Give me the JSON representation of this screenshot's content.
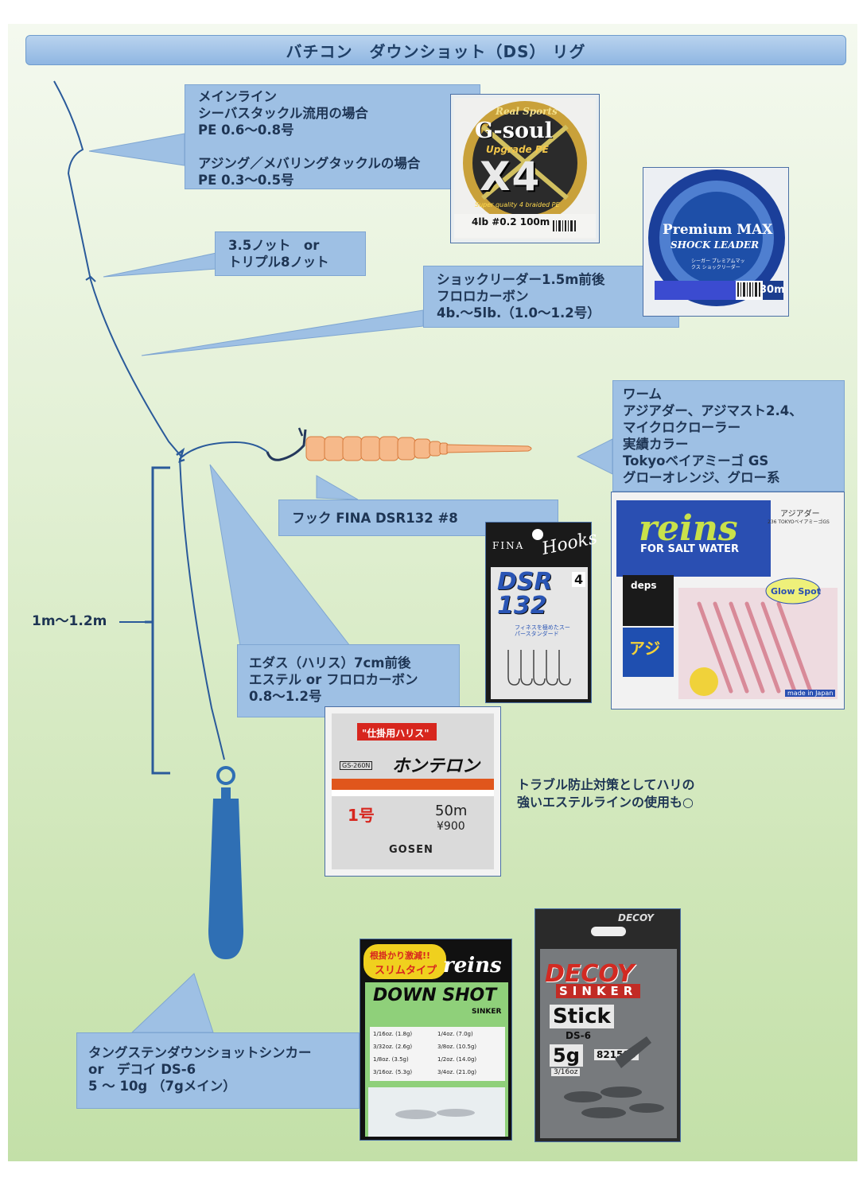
{
  "title": "バチコン　ダウンショット（DS） リグ",
  "length_label": "1m～1.2m",
  "callouts": {
    "mainline": [
      "メインライン",
      "シーバスタックル流用の場合",
      "PE 0.6～0.8号",
      "",
      "アジング／メバリングタックルの場合",
      "PE 0.3～0.5号"
    ],
    "knot": [
      "3.5ノット　or",
      "トリプル8ノット"
    ],
    "leader": [
      "ショックリーダー1.5m前後",
      "フロロカーボン",
      "4b.～5lb.（1.0～1.2号）"
    ],
    "worm": [
      "ワーム",
      "アジアダー、アジマスト2.4、",
      "マイクロクローラー",
      "実績カラー",
      "Tokyoベイアミーゴ GS",
      "グローオレンジ、グロー系"
    ],
    "hook": [
      "フック FINA DSR132 #8"
    ],
    "branch": [
      "エダス（ハリス）7cm前後",
      "エステル or フロロカーボン",
      "0.8～1.2号"
    ],
    "sinker": [
      "タングステンダウンショットシンカー",
      "or　デコイ DS-6",
      " 5 ～ 10g （7gメイン）"
    ]
  },
  "note": [
    "トラブル防止対策としてハリの",
    "強いエステルラインの使用も○"
  ],
  "products": {
    "gsoul": {
      "brand": "Real Sports",
      "name": "G-soul",
      "sub": "Upgrade PE",
      "big": "X4",
      "tag": "Super quality 4 braided PE",
      "spec": "4lb #0.2 100m"
    },
    "premium": {
      "name": "Premium MAX",
      "sub": "SHOCK LEADER",
      "jp": "シーガー プレミアムマックス ショックリーダー",
      "len": "30m"
    },
    "hooks": {
      "brand": "FINA",
      "script": "Hooks",
      "model": "DSR 132",
      "size": "4",
      "jp": "フィネスを極めたスーパースタンダード"
    },
    "reins": {
      "brand": "reins",
      "sub": "FOR SALT WATER",
      "jp": "アジアダー",
      "color": "236 TOKYOベイアミーゴGS",
      "glow": "Glow Spot",
      "deps": "deps",
      "fish": "アジ",
      "made": "made in Japan"
    },
    "honteron": {
      "label": "\"仕掛用ハリス\"",
      "name": "ホンテロン",
      "code": "GS-260N",
      "size": "1号",
      "len": "50m",
      "price": "¥900",
      "brand": "GOSEN"
    },
    "downshot": {
      "badge1": "根掛かり激減!!",
      "badge2": "スリムタイプ",
      "brand": "reins",
      "name": "DOWN SHOT",
      "sub": "SINKER",
      "sizes": [
        "1/16oz. (1.8g)",
        "1/4oz. (7.0g)",
        "3/32oz. (2.6g)",
        "3/8oz. (10.5g)",
        "1/8oz. (3.5g)",
        "1/2oz. (14.0g)",
        "3/16oz. (5.3g)",
        "3/4oz. (21.0g)"
      ]
    },
    "decoy": {
      "brand": "DECOY",
      "name": "SINKER",
      "model": "Stick",
      "code": "DS-6",
      "weight": "5g",
      "num": "821589",
      "oz": "3/16oz"
    }
  },
  "colors": {
    "line": "#2a5a9a",
    "callout": "#9ec0e4",
    "worm": "#f6b98a",
    "sinker": "#2f6fb4"
  }
}
